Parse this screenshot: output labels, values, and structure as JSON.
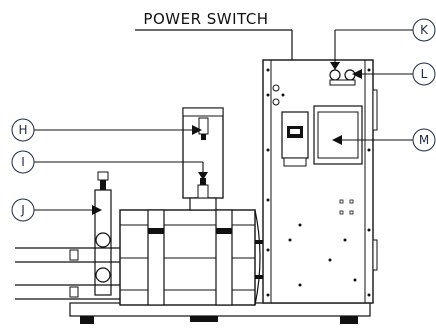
{
  "title": "POWER SWITCH",
  "callouts": [
    {
      "id": "H",
      "label": "H"
    },
    {
      "id": "I",
      "label": "I"
    },
    {
      "id": "J",
      "label": "J"
    },
    {
      "id": "K",
      "label": "K"
    },
    {
      "id": "L",
      "label": "L"
    },
    {
      "id": "M",
      "label": "M"
    }
  ],
  "colors": {
    "line": "#111111",
    "callout_stroke": "#1f2a44",
    "fill_light": "#ffffff",
    "fill_dark": "#111111"
  }
}
